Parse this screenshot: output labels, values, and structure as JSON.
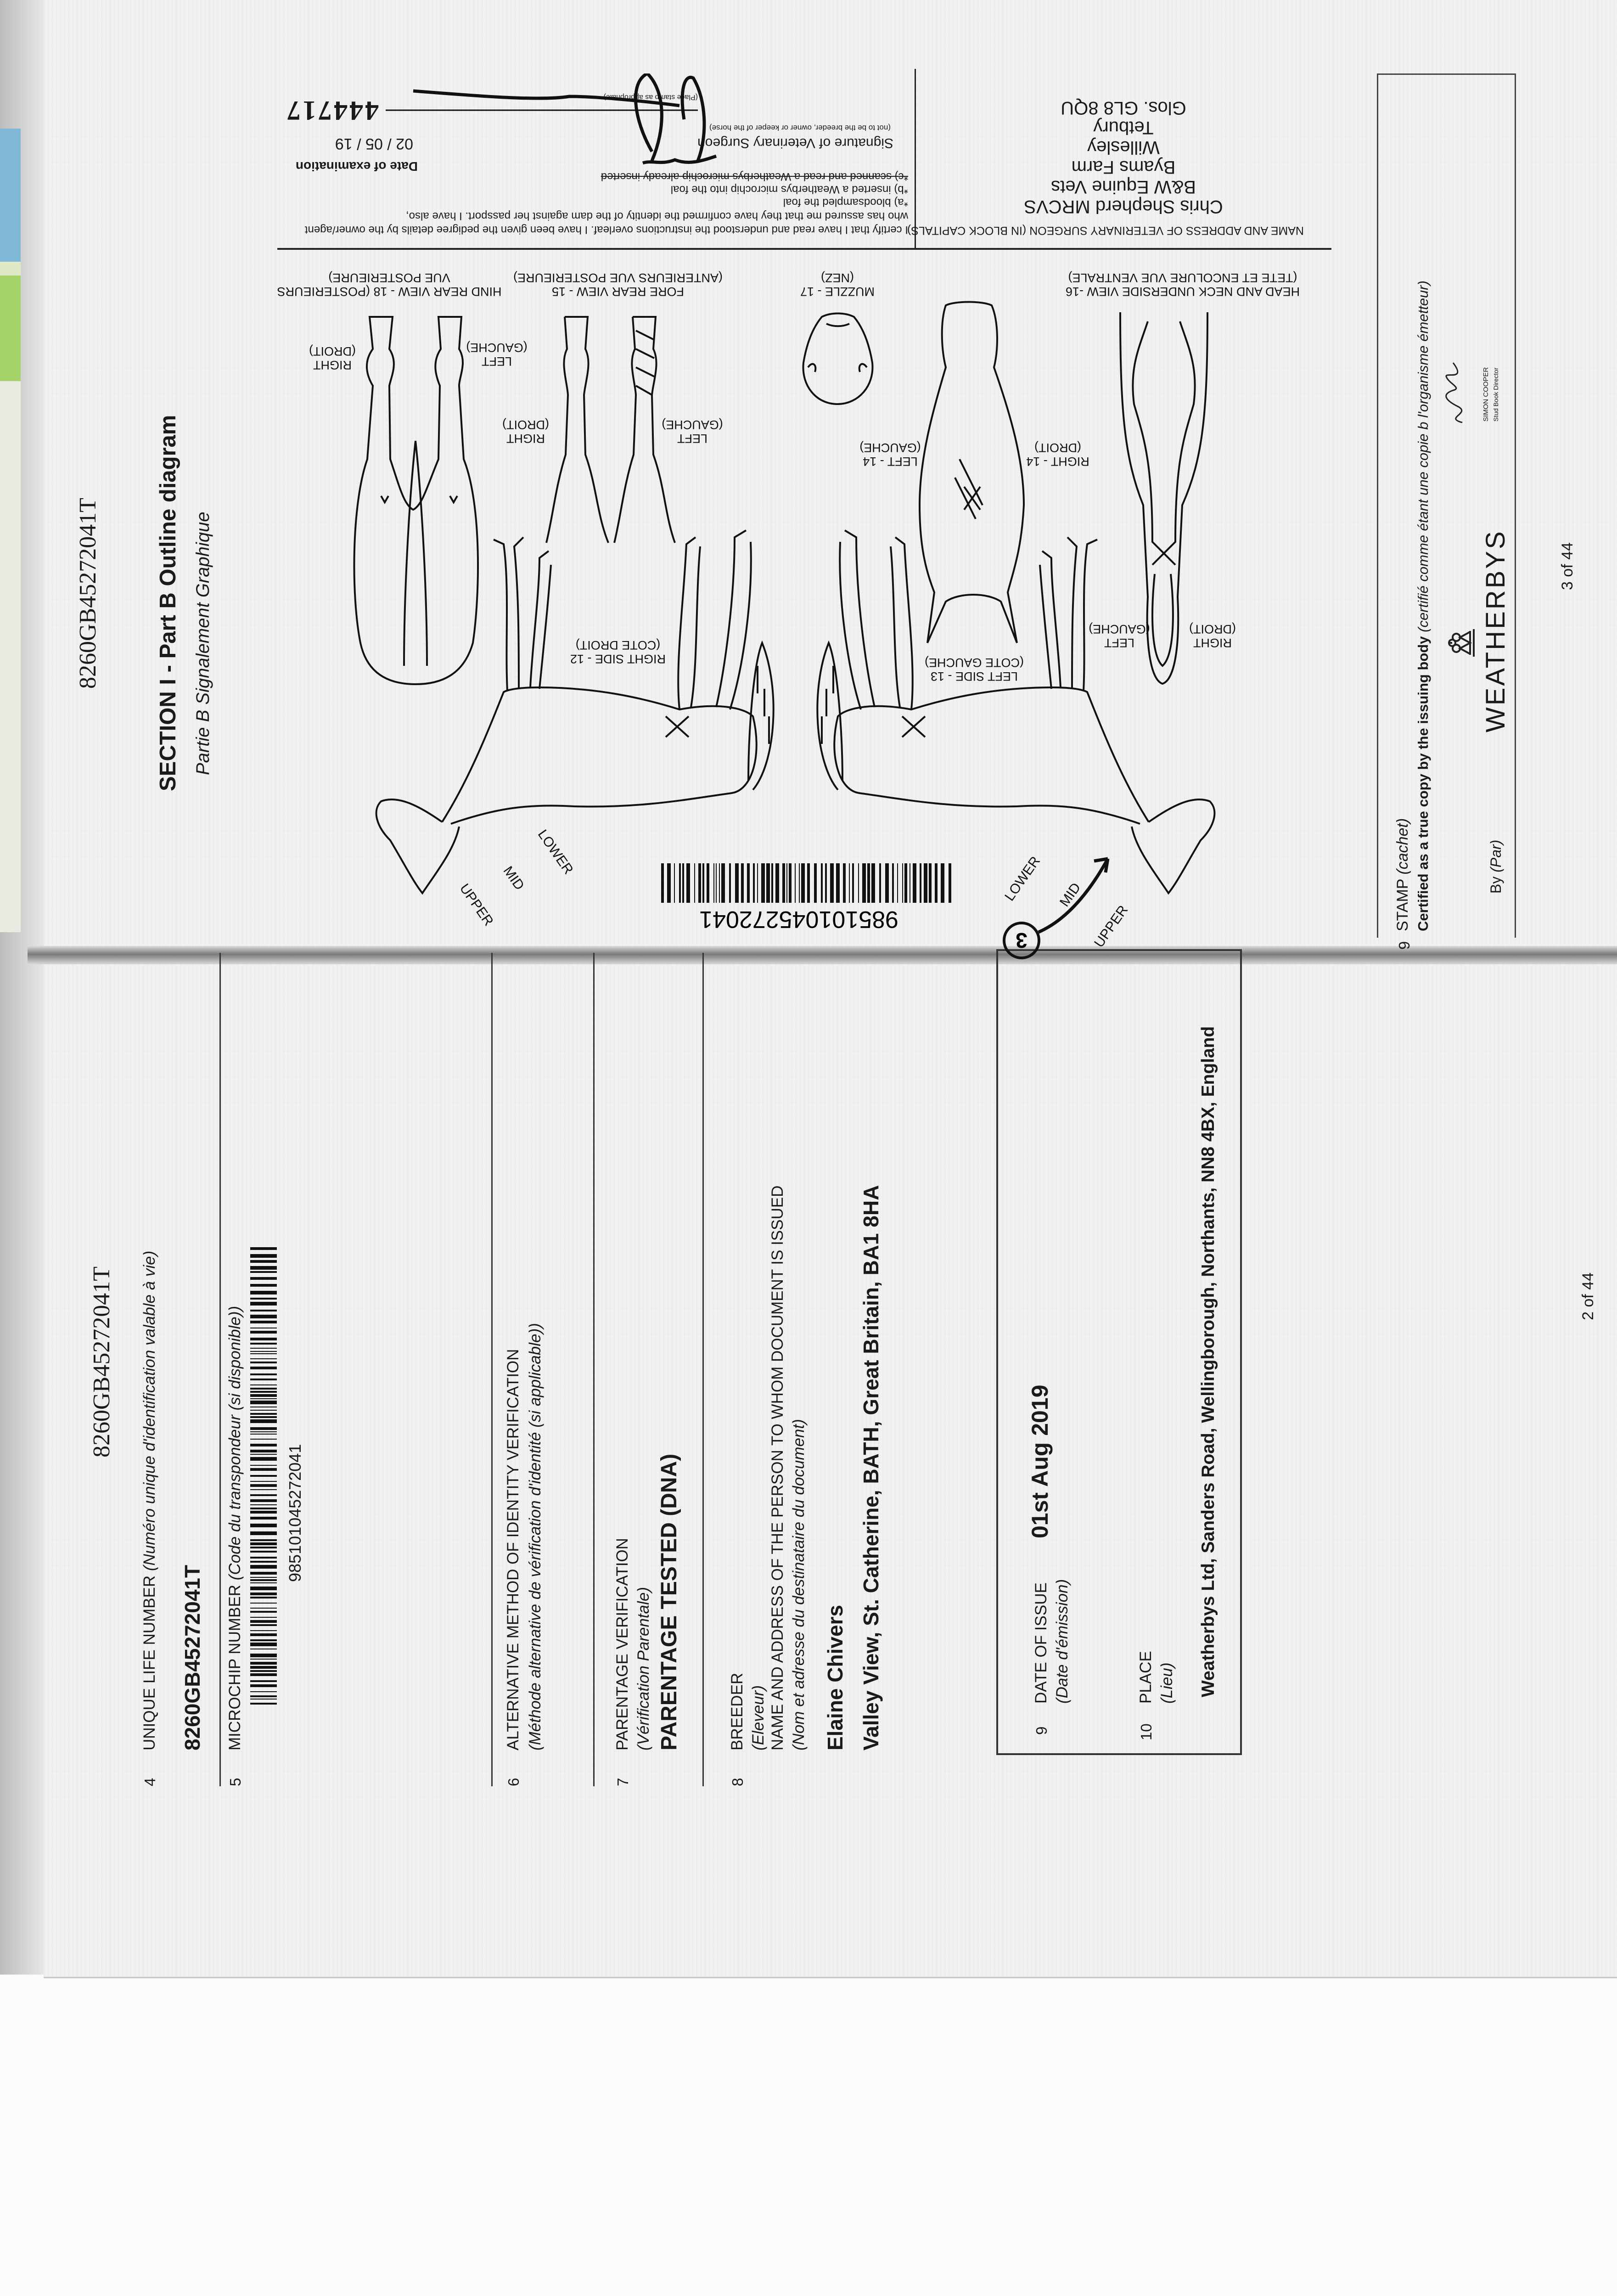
{
  "page2": {
    "header_uln": "8260GB45272041T",
    "f4": {
      "num": "4",
      "label": "UNIQUE LIFE NUMBER",
      "label_fr": "(Numéro unique d'identification valable à vie)",
      "value": "8260GB45272041T"
    },
    "f5": {
      "num": "5",
      "label": "MICROCHIP NUMBER",
      "label_fr": "(Code du transpondeur (si disponible))",
      "barcode_value": "985101045272041"
    },
    "f6": {
      "num": "6",
      "label": "ALTERNATIVE METHOD OF IDENTITY VERIFICATION",
      "label_fr": "(Méthode alternative de vérification d'identité (si applicable))"
    },
    "f7": {
      "num": "7",
      "label": "PARENTAGE VERIFICATION",
      "label_fr": "(Vérification Parentale)",
      "value": "PARENTAGE TESTED (DNA)"
    },
    "f8": {
      "num": "8",
      "label": "BREEDER",
      "label_fr": "(Eleveur)",
      "label2": "NAME AND ADDRESS OF THE PERSON TO WHOM DOCUMENT IS ISSUED",
      "label2_fr": "(Nom et adresse du destinataire du document)",
      "name": "Elaine Chivers",
      "address": "Valley View, St. Catherine, BATH, Great Britain, BA1 8HA"
    },
    "f9": {
      "num": "9",
      "label": "DATE OF ISSUE",
      "label_fr": "(Date d'émission)",
      "value": "01st Aug 2019"
    },
    "f10": {
      "num": "10",
      "label": "PLACE",
      "label_fr": "(Lieu)",
      "value": "Weatherbys Ltd, Sanders Road, Wellingborough, Northants, NN8 4BX, England"
    },
    "page_number": "2 of 44"
  },
  "page3": {
    "header_uln": "8260GB45272041T",
    "section_title": "SECTION I - Part B Outline diagram",
    "section_subtitle": "Partie B Signalement Graphique",
    "diagram": {
      "hind_rear": [
        "HIND REAR VIEW - 18 (POSTERIEURS",
        "VUE POSTERIEURE)"
      ],
      "fore_rear": [
        "FORE REAR VIEW - 15",
        "(ANTERIEURS VUE POSTERIEURE)"
      ],
      "muzzle": [
        "MUZZLE - 17",
        "(NEZ)"
      ],
      "head_neck": [
        "HEAD AND NECK UNDERSIDE VIEW -16",
        "(TETE ET ENCOLURE VUE VENTRALE)"
      ],
      "right": [
        "RIGHT",
        "(DROIT)"
      ],
      "left": [
        "LEFT",
        "(GAUCHE)"
      ],
      "left14": [
        "LEFT - 14",
        "(GAUCHE)"
      ],
      "right14": [
        "RIGHT - 14",
        "(DROIT)"
      ],
      "right_side": [
        "RIGHT SIDE - 12",
        "(COTE DROIT)"
      ],
      "left_side": [
        "LEFT SIDE - 13",
        "(COTE GAUCHE)"
      ],
      "neck_zones": [
        "LOWER",
        "MID",
        "UPPER"
      ],
      "circled_mark": "3",
      "barcode_value": "985101045272041"
    },
    "vet": {
      "address_label": "NAME AND ADDRESS OF VETERINARY SURGEON (IN BLOCK CAPITALS)",
      "address_lines": [
        "Chris Shepherd MRCVS",
        "B&W Equine Vets",
        "Byams Farm",
        "Willesley",
        "Tetbury",
        "Glos. GL8 8QU"
      ],
      "cert_lines": [
        "I certify that I have read and understood the instructions overleaf. I have been given the pedigree details by the owner/agent",
        "who has assured me that they have confirmed the identity of the dam against her passport. I have also,",
        "*a) bloodsampled the foal",
        "*b) inserted a Weatherbys microchip into the foal",
        "*c) scanned and read a Weatherbys microchip already inserted"
      ],
      "signature_label": "Signature of Veterinary Surgeon",
      "signature_note": "(not to be the breeder, owner or keeper of the horse)",
      "stamp_note": "(Place stamp as appropriate)",
      "exam_label": "Date of examination",
      "exam_date": "02 / 05 / 19",
      "stamp_number": "444717"
    },
    "stamp": {
      "num": "9",
      "label": "STAMP",
      "label_fr": "(cachet)",
      "certified": "Certified as a true copy by the issuing body",
      "certified_fr": "(certifié comme étant une copie b l'organisme émetteur)",
      "by": "By",
      "by_fr": "(Par)",
      "logo_text": "WEATHERBYS",
      "signatory": "SIMON COOPER",
      "signatory_title": "Stud Book Director"
    },
    "page_number": "3 of 44"
  },
  "colors": {
    "ink": "#1a1a1a",
    "paper": "#f1f1ef",
    "tab_blue": "#7fb8d8",
    "tab_green": "#a6d36a"
  }
}
